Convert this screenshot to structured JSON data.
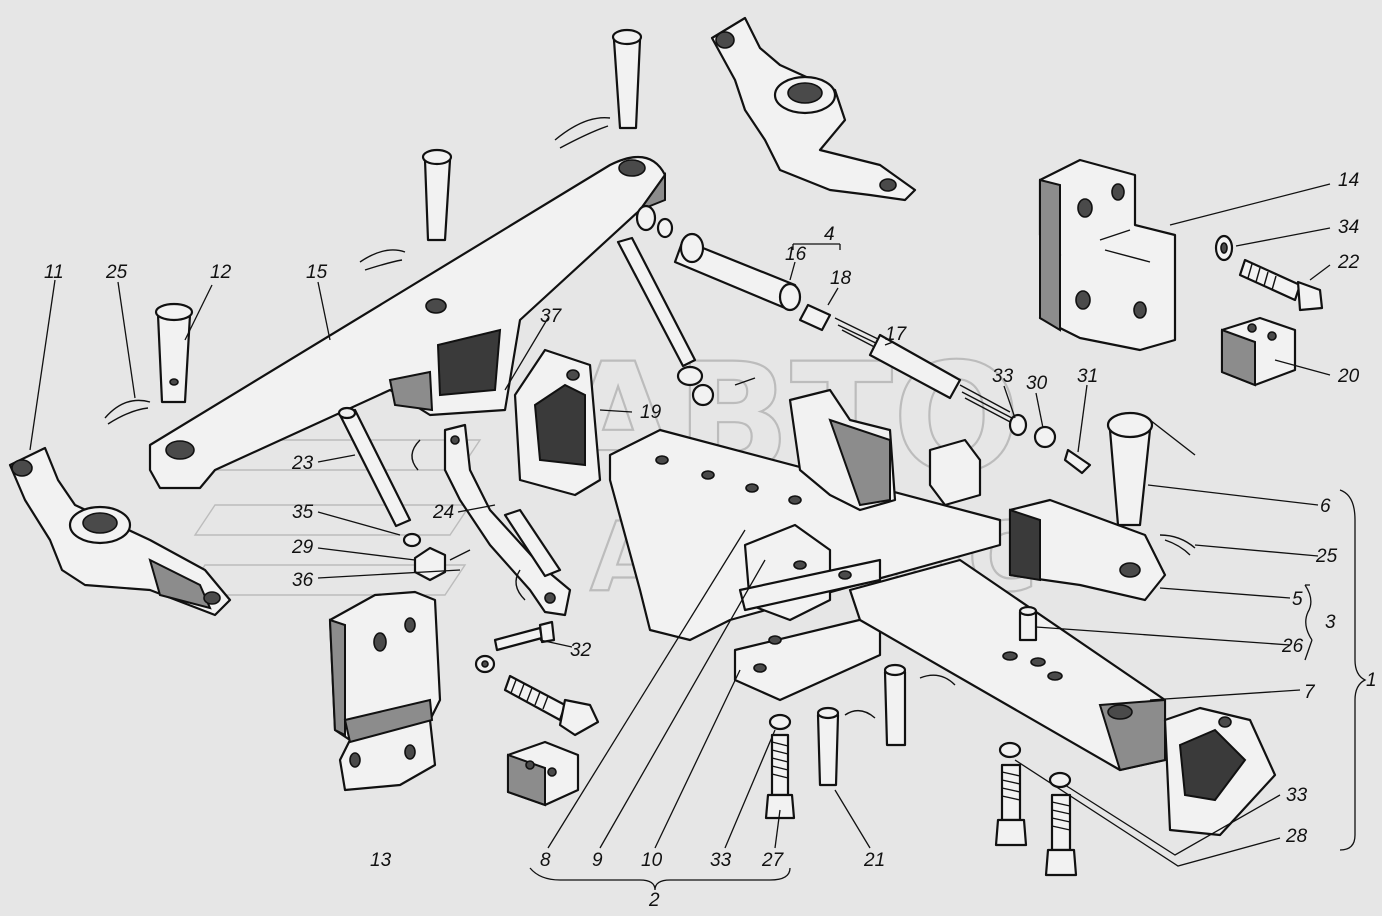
{
  "watermark": {
    "line1": "АВТО",
    "line2": "АЛЬЯНС"
  },
  "callouts": [
    {
      "id": "c-11",
      "text": "11"
    },
    {
      "id": "c-25a",
      "text": "25"
    },
    {
      "id": "c-12",
      "text": "12"
    },
    {
      "id": "c-15",
      "text": "15"
    },
    {
      "id": "c-37",
      "text": "37"
    },
    {
      "id": "c-19",
      "text": "19"
    },
    {
      "id": "c-23",
      "text": "23"
    },
    {
      "id": "c-35",
      "text": "35"
    },
    {
      "id": "c-24",
      "text": "24"
    },
    {
      "id": "c-29",
      "text": "29"
    },
    {
      "id": "c-36",
      "text": "36"
    },
    {
      "id": "c-4",
      "text": "4"
    },
    {
      "id": "c-16",
      "text": "16"
    },
    {
      "id": "c-18",
      "text": "18"
    },
    {
      "id": "c-17",
      "text": "17"
    },
    {
      "id": "c-33a",
      "text": "33"
    },
    {
      "id": "c-30",
      "text": "30"
    },
    {
      "id": "c-31",
      "text": "31"
    },
    {
      "id": "c-14",
      "text": "14"
    },
    {
      "id": "c-34",
      "text": "34"
    },
    {
      "id": "c-22",
      "text": "22"
    },
    {
      "id": "c-20",
      "text": "20"
    },
    {
      "id": "c-6",
      "text": "6"
    },
    {
      "id": "c-25b",
      "text": "25"
    },
    {
      "id": "c-5",
      "text": "5"
    },
    {
      "id": "c-3",
      "text": "3"
    },
    {
      "id": "c-26",
      "text": "26"
    },
    {
      "id": "c-1",
      "text": "1"
    },
    {
      "id": "c-7",
      "text": "7"
    },
    {
      "id": "c-32",
      "text": "32"
    },
    {
      "id": "c-33b",
      "text": "33"
    },
    {
      "id": "c-28",
      "text": "28"
    },
    {
      "id": "c-13",
      "text": "13"
    },
    {
      "id": "c-8",
      "text": "8"
    },
    {
      "id": "c-9",
      "text": "9"
    },
    {
      "id": "c-10",
      "text": "10"
    },
    {
      "id": "c-33c",
      "text": "33"
    },
    {
      "id": "c-27",
      "text": "27"
    },
    {
      "id": "c-21",
      "text": "21"
    },
    {
      "id": "c-2",
      "text": "2"
    }
  ]
}
